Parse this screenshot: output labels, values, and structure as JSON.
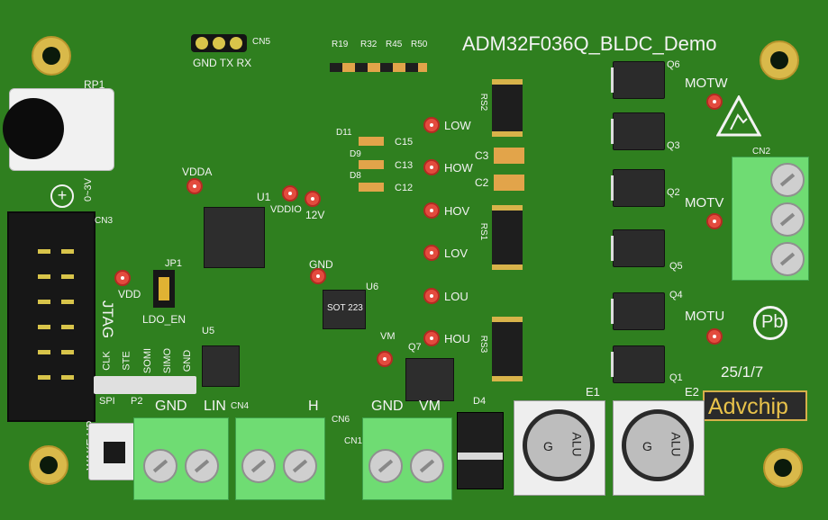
{
  "board": {
    "title": "ADM32F036Q_BLDC_Demo",
    "date_code": "25/1/7",
    "brand": "Advchip",
    "pb_mark": "Pb",
    "header_cn5": {
      "label": "CN5",
      "pins_text": "GND TX RX"
    },
    "rp1": {
      "label": "RP1",
      "range_text": "0~3V"
    },
    "jtag": {
      "label": "JTAG",
      "cn": "CN3"
    },
    "spi": {
      "label": "SPI",
      "pins": [
        "CLK",
        "STE",
        "SOMI",
        "SIMO",
        "GND"
      ],
      "p2": "P2"
    },
    "power_labels": {
      "vdda": "VDDA",
      "vddio": "VDDIO",
      "v12": "12V",
      "vdd": "VDD",
      "gnd1": "GND",
      "vm": "VM",
      "ldo_en": "LDO_EN",
      "jp1": "JP1"
    },
    "mcu": {
      "label": "U1"
    },
    "u5": {
      "label": "U5"
    },
    "u6": {
      "label": "U6",
      "part": "SOT 223"
    },
    "q7": {
      "label": "Q7"
    },
    "d4": {
      "label": "D4"
    },
    "phase_labels": [
      "LOW",
      "HOW",
      "HOV",
      "LOV",
      "LOU",
      "HOU"
    ],
    "motor_labels": {
      "w": "MOTW",
      "v": "MOTV",
      "u": "MOTU"
    },
    "cn2": "CN2",
    "bottom_terminals": [
      {
        "label": "GND",
        "cn": ""
      },
      {
        "label": "LIN",
        "cn": "CN4"
      },
      {
        "label": "H",
        "cn": "CN6"
      },
      {
        "label": "GND",
        "cn": "CN1"
      },
      {
        "label": "VM",
        "cn": ""
      }
    ],
    "wake_up": "WAKE UP",
    "caps_el": [
      {
        "label": "E1",
        "print": "ALU",
        "sub": "G"
      },
      {
        "label": "E2",
        "print": "ALU",
        "sub": "G"
      }
    ],
    "mosfets": [
      "Q6",
      "Q3",
      "Q2",
      "Q5",
      "Q4",
      "Q1"
    ],
    "shunts": [
      "RS2",
      "RS1",
      "RS3"
    ],
    "top_resistors": [
      "R19",
      "R32",
      "R45",
      "R50"
    ],
    "mid_caps": [
      "C15",
      "C13",
      "C12"
    ],
    "mid_diodes": [
      "D11",
      "D9",
      "D8"
    ],
    "c3": "C3",
    "c2": "C2"
  }
}
